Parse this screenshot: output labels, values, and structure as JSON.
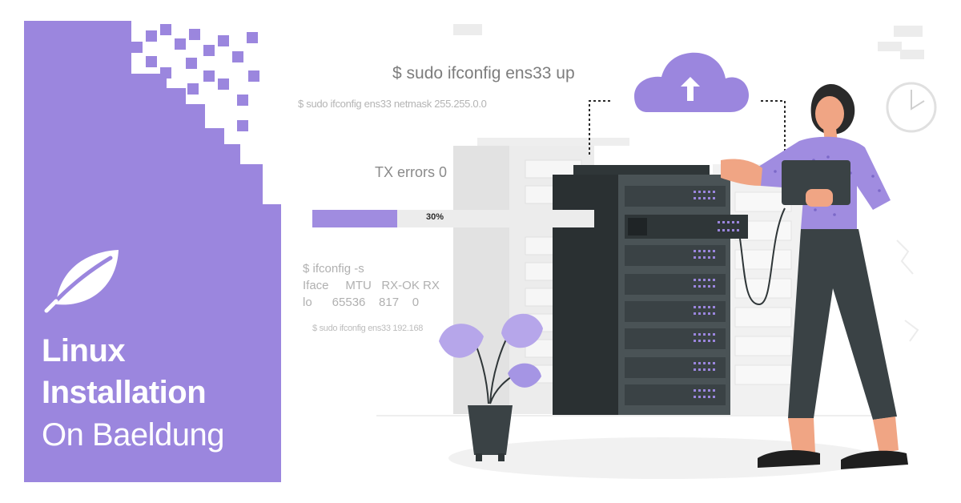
{
  "title": {
    "line1": "Linux",
    "line2": "Installation",
    "line3": "On Baeldung"
  },
  "terminal": {
    "command_up": "$ sudo ifconfig ens33 up",
    "command_netmask": "$ sudo ifconfig ens33 netmask 255.255.0.0",
    "tx_errors": "TX errors 0",
    "ifconfig_cmd": "$ ifconfig -s",
    "ifconfig_header": "Iface     MTU   RX-OK RX",
    "ifconfig_row": "lo      65536    817    0",
    "command_ip": "$ sudo ifconfig ens33 192.168"
  },
  "progress": {
    "percent": 30,
    "label": "30%"
  },
  "icons": {
    "brand": "leaf-icon",
    "cloud": "cloud-upload-icon",
    "clock": "clock-icon"
  },
  "colors": {
    "brand": "#9b86de",
    "progress_fill": "#a08ce0",
    "server_dark": "#2f3638",
    "server_mid": "#4a5356",
    "text_grey": "#8a8a8a"
  }
}
